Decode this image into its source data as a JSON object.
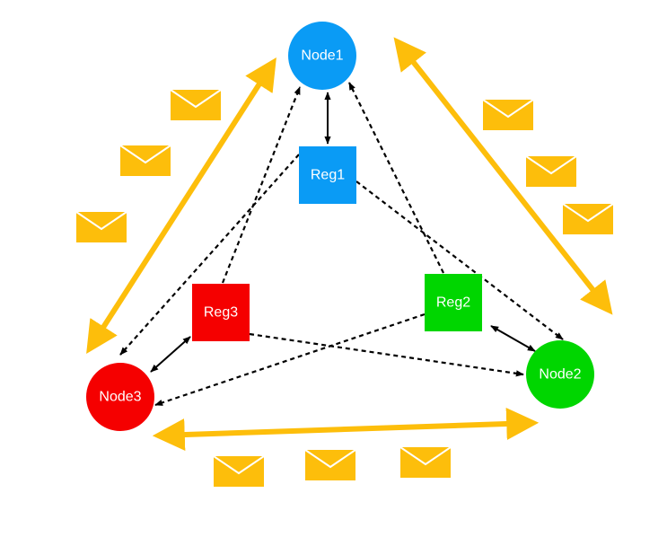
{
  "nodes": [
    {
      "id": "node1",
      "label": "Node1",
      "color": "#0A9BF5"
    },
    {
      "id": "node2",
      "label": "Node2",
      "color": "#00D600"
    },
    {
      "id": "node3",
      "label": "Node3",
      "color": "#F50000"
    }
  ],
  "registers": [
    {
      "id": "reg1",
      "label": "Reg1",
      "color": "#0A9BF5"
    },
    {
      "id": "reg2",
      "label": "Reg2",
      "color": "#00D600"
    },
    {
      "id": "reg3",
      "label": "Reg3",
      "color": "#F50000"
    }
  ],
  "colors": {
    "channel_arrow": "#FDBE0B",
    "envelope": "#FDBE0B",
    "link": "#000000"
  },
  "icons": {
    "message": "envelope-icon"
  }
}
